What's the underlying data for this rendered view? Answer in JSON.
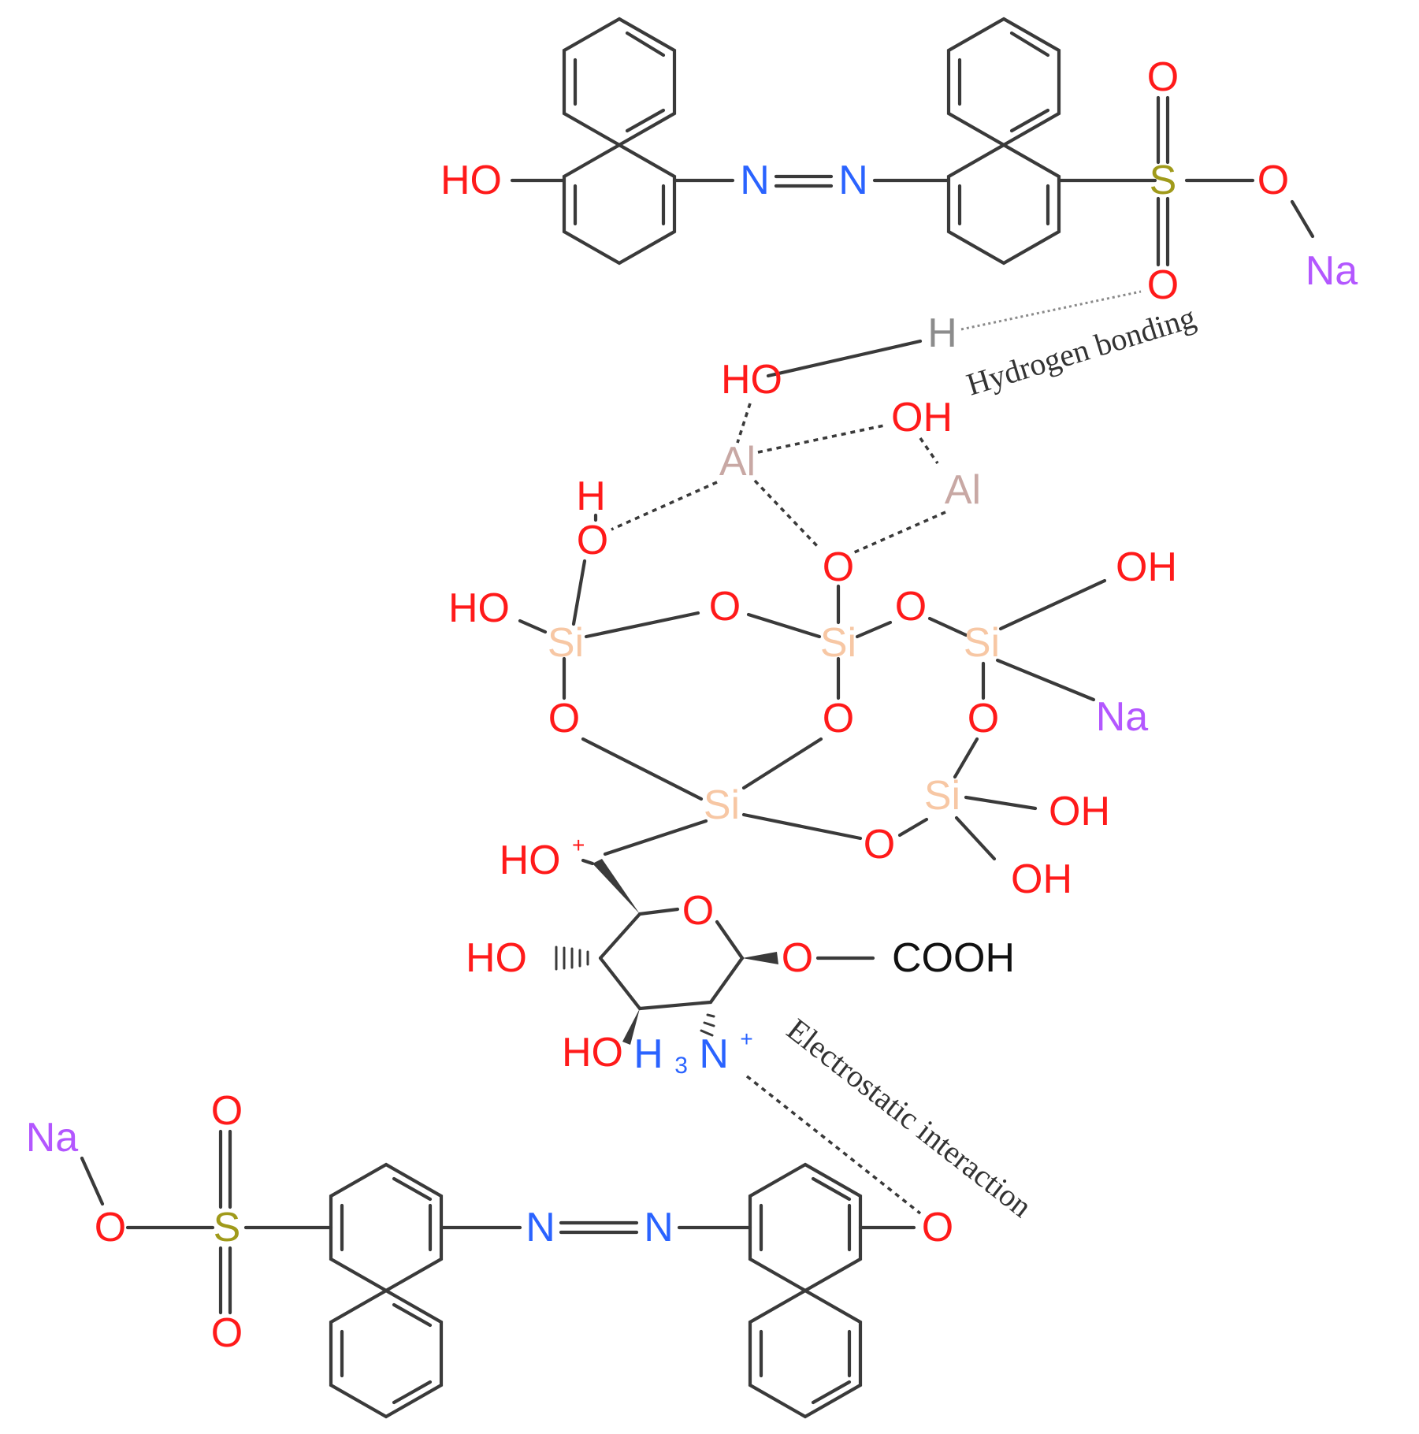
{
  "colors": {
    "O": "#ff1a1a",
    "N": "#2a63ff",
    "S": "#a09a1a",
    "Na": "#b357ff",
    "Al": "#c8a8a4",
    "Si": "#f7c7a4",
    "H": "#8c8c8c",
    "C": "#111111",
    "bond": "#3a3a3a"
  },
  "labels": {
    "top_dye": {
      "ho": "HO",
      "n1": "N",
      "n2": "N",
      "s": "S",
      "o_up": "O",
      "o_down": "O",
      "o_right": "O",
      "na": "Na"
    },
    "hbond": {
      "h": "H",
      "note": "Hydrogen bonding"
    },
    "aluminosilicate": {
      "ho_top": "HO",
      "oh_al": "OH",
      "al1": "Al",
      "al2": "Al",
      "h": "H",
      "o_h": "O",
      "o_al": "O",
      "oh_right": "OH",
      "ho_left": "HO",
      "si1": "Si",
      "o_12": "O",
      "si2": "Si",
      "o_23": "O",
      "si3": "Si",
      "o_1d": "O",
      "o_2d": "O",
      "o_3d": "O",
      "na": "Na",
      "si4": "Si",
      "si5": "Si",
      "o_45": "O",
      "oh_5a": "OH",
      "oh_5b": "OH"
    },
    "sugar": {
      "ho_plus": "HO",
      "plus": "+",
      "ring_o": "O",
      "ho_left": "HO",
      "o_link": "O",
      "cooh": "COOH",
      "ho_bottom": "HO",
      "h3n": "H",
      "sub3": "3",
      "n": "N",
      "nplus": "+",
      "note": "Electrostatic interaction"
    },
    "bottom_dye": {
      "na": "Na",
      "o_left": "O",
      "s": "S",
      "o_up": "O",
      "o_down": "O",
      "n1": "N",
      "n2": "N",
      "o_right": "O"
    }
  }
}
